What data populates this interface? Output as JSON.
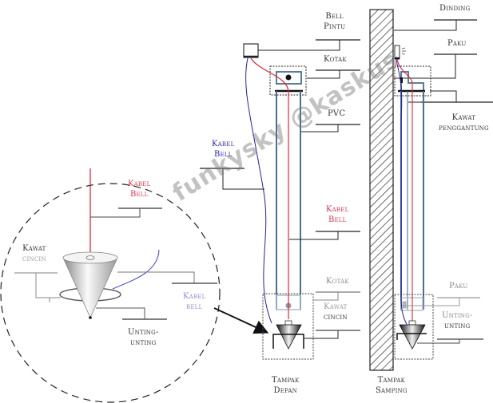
{
  "diagram": {
    "labels": {
      "bell_pintu": [
        "Bell",
        "Pintu"
      ],
      "kotak_top": [
        "Kotak"
      ],
      "pvc": [
        "PVC"
      ],
      "kabel_bell_blue": [
        "Kabel",
        "Bell"
      ],
      "kabel_bell_red": [
        "Kabel",
        "Bell"
      ],
      "kotak_bottom": [
        "Kotak"
      ],
      "kawat_cincin_front": [
        "Kawat",
        "cincin"
      ],
      "tampak_depan": [
        "Tampak",
        "Depan"
      ],
      "dinding": [
        "Dinding"
      ],
      "paku_top": [
        "Paku"
      ],
      "kawat_penggantung": [
        "Kawat",
        "penggantung"
      ],
      "paku_bottom": [
        "Paku"
      ],
      "unting_side": [
        "Unting-",
        "unting"
      ],
      "tampak_samping": [
        "Tampak",
        "Samping"
      ],
      "detail_kabel_bell_red": [
        "Kabel",
        "Bell"
      ],
      "detail_kawat_cincin": [
        "Kawat",
        "cincin"
      ],
      "detail_kabel_bell_blue": [
        "Kabel",
        "bell"
      ],
      "detail_unting": [
        "Unting-",
        "unting"
      ]
    },
    "watermark": "funkysky @kaskus",
    "colors": {
      "red_wire": "#e0283c",
      "blue_wire": "#2222aa",
      "pvc_tube": "#4a6f8f",
      "leader": "#333333"
    }
  }
}
